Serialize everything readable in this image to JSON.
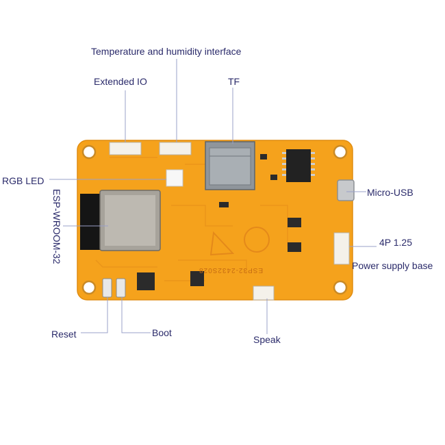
{
  "labels": {
    "temp_humidity": "Temperature and humidity interface",
    "extended_io": "Extended IO",
    "tf": "TF",
    "rgb_led": "RGB LED",
    "esp_module": "ESP-WROOM-32",
    "micro_usb": "Micro-USB",
    "connector_4p": "4P 1.25",
    "power_supply": "Power supply base",
    "reset": "Reset",
    "boot": "Boot",
    "speak": "Speak"
  },
  "board": {
    "silkscreen": "ESP32-2432S028",
    "pcb_color": "#f5a21c",
    "leader_color": "#9aa0c8",
    "label_color": "#2a2a6a"
  }
}
